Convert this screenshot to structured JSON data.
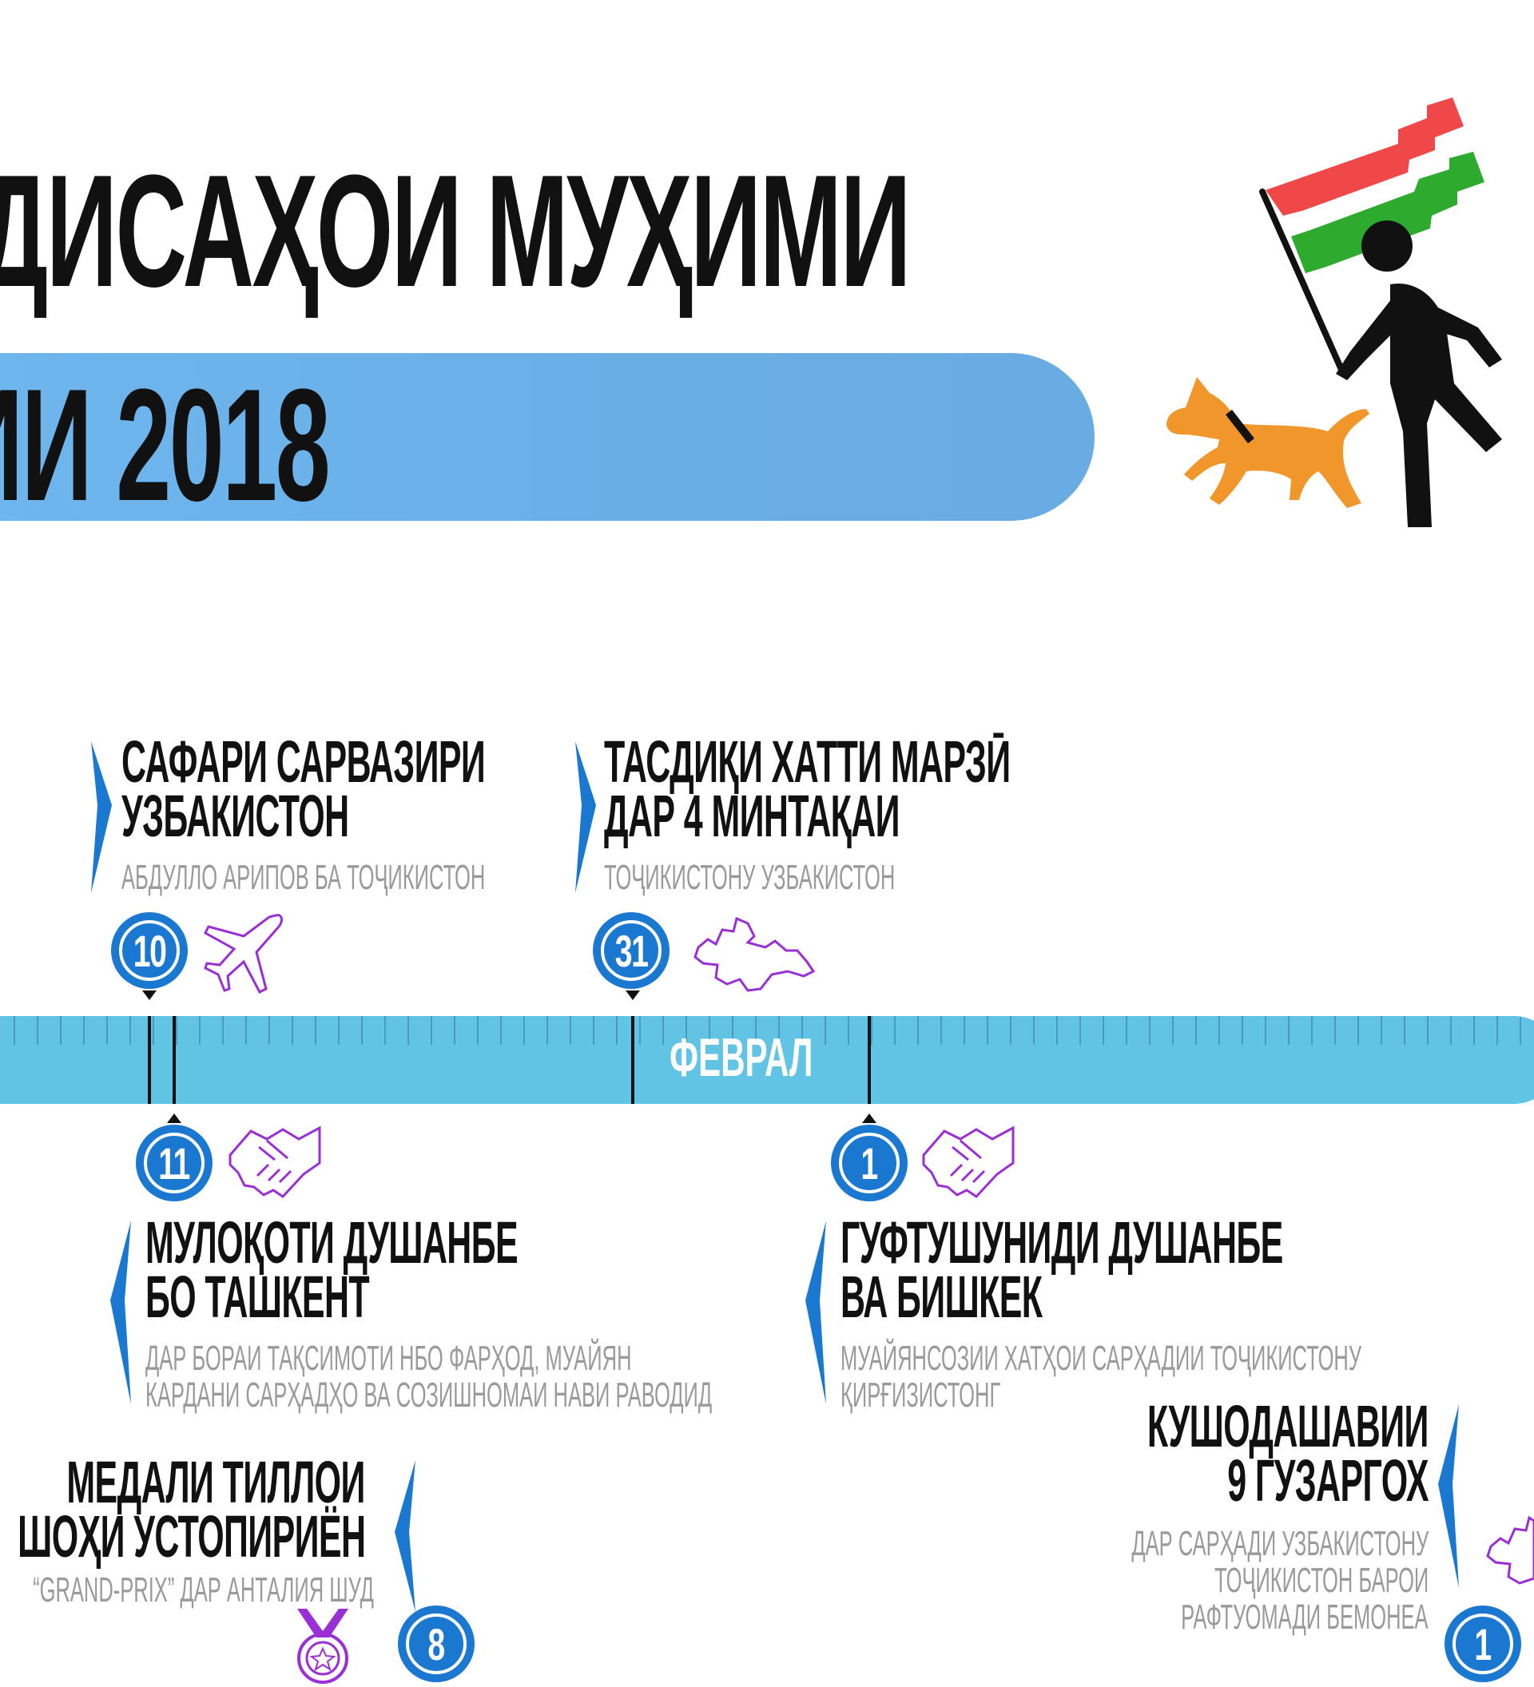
{
  "header": {
    "title": "ДИСАҲОИ МУҲИМИ",
    "year": "ИИ 2018"
  },
  "timeline": {
    "month": "ФЕВРАЛ"
  },
  "events": [
    {
      "day": "10",
      "title1": "САФАРИ САРВАЗИРИ",
      "title2": "УЗБАКИСТОН",
      "sub1": "АБДУЛЛО АРИПОВ БА ТОҶИКИСТОН",
      "icon": "airplane-icon"
    },
    {
      "day": "31",
      "title1": "ТАСДИҚИ ХАТТИ МАРЗӢ",
      "title2": "ДАР 4 МИНТАҚАИ",
      "sub1": "ТОҶИКИСТОНУ УЗБАКИСТОН",
      "icon": "tajikistan-map-icon"
    },
    {
      "day": "11",
      "title1": "МУЛОҚОТИ ДУШАНБЕ",
      "title2": "БО ТАШКЕНТ",
      "sub1": "ДАР БОРАИ ТАҚСИМОТИ НБО ФАРҲОД, МУАЙЯН",
      "sub2": "КАРДАНИ САРҲАДҲО ВА СОЗИШНОМАИ НАВИ РАВОДИД",
      "icon": "handshake-icon"
    },
    {
      "day": "1",
      "title1": "ГУФТУШУНИДИ ДУШАНБЕ",
      "title2": "ВА БИШКЕК",
      "sub1": "МУАЙЯНСОЗИИ ХАТҲОИ САРҲАДИИ ТОҶИКИСТОНУ",
      "sub2": "ҚИРҒИЗИСТОНГ",
      "icon": "handshake-icon"
    },
    {
      "day": "8",
      "title1": "МЕДАЛИ ТИЛЛОИ",
      "title2": "ШОҲИ УСТОПИРИЁН",
      "sub1": "“GRAND-PRIX” ДАР АНТАЛИЯ ШУД",
      "icon": "medal-icon"
    },
    {
      "day": "1",
      "title1": "КУШОДАШАВИИ",
      "title2": "9 ГУЗАРГОХ",
      "sub1": "ДАР САРҲАДИ УЗБАКИСТОНУ",
      "sub2": "ТОҶИКИСТОН БАРОИ",
      "sub3": "РАФТУОМАДИ БЕМОНЕА",
      "icon": "tajikistan-map-icon"
    }
  ],
  "colors": {
    "accent_blue": "#1b78d1",
    "band": "#62c4e4",
    "pill": "#6aaee6",
    "icon_purple": "#9b2fd6",
    "flag_red": "#f04848",
    "flag_green": "#2eaa2e",
    "dog_orange": "#f0962a"
  }
}
